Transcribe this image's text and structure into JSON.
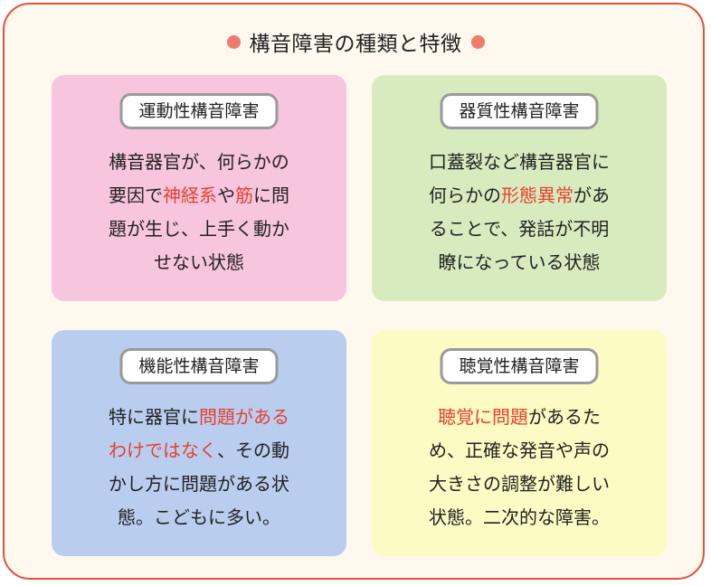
{
  "title": "構音障害の種類と特徴",
  "cards": [
    {
      "label": "運動性構音障害",
      "lines": [
        [
          {
            "t": "構音器官が、何らかの"
          }
        ],
        [
          {
            "t": "要因で"
          },
          {
            "t": "神経系",
            "r": true
          },
          {
            "t": "や"
          },
          {
            "t": "筋",
            "r": true
          },
          {
            "t": "に問"
          }
        ],
        [
          {
            "t": "題が生じ、上手く動か"
          }
        ],
        [
          {
            "t": "せない状態"
          }
        ]
      ]
    },
    {
      "label": "器質性構音障害",
      "lines": [
        [
          {
            "t": "口蓋裂など構音器官に"
          }
        ],
        [
          {
            "t": "何らかの"
          },
          {
            "t": "形態異常",
            "r": true
          },
          {
            "t": "があ"
          }
        ],
        [
          {
            "t": "ることで、発話が不明"
          }
        ],
        [
          {
            "t": "瞭になっている状態"
          }
        ]
      ]
    },
    {
      "label": "機能性構音障害",
      "lines": [
        [
          {
            "t": "特に器官に"
          },
          {
            "t": "問題がある",
            "r": true
          }
        ],
        [
          {
            "t": "わけではなく",
            "r": true
          },
          {
            "t": "、その動"
          }
        ],
        [
          {
            "t": "かし方に問題がある状"
          }
        ],
        [
          {
            "t": "態。こどもに多い。"
          }
        ]
      ]
    },
    {
      "label": "聴覚性構音障害",
      "lines": [
        [
          {
            "t": "聴覚に問題",
            "r": true
          },
          {
            "t": "があるた"
          }
        ],
        [
          {
            "t": "め、正確な発音や声の"
          }
        ],
        [
          {
            "t": "大きさの調整が難しい"
          }
        ],
        [
          {
            "t": "状態。二次的な障害。"
          }
        ]
      ]
    }
  ],
  "colors": {
    "frame_border": "#e8503a",
    "frame_bg": "#fef8ee",
    "title_dot": "#f07a6c",
    "highlight": "#e8402e",
    "card_motor": "#f7c5de",
    "card_organic": "#d8ebbf",
    "card_functional": "#b9cdef",
    "card_auditory": "#fdfbc4"
  }
}
